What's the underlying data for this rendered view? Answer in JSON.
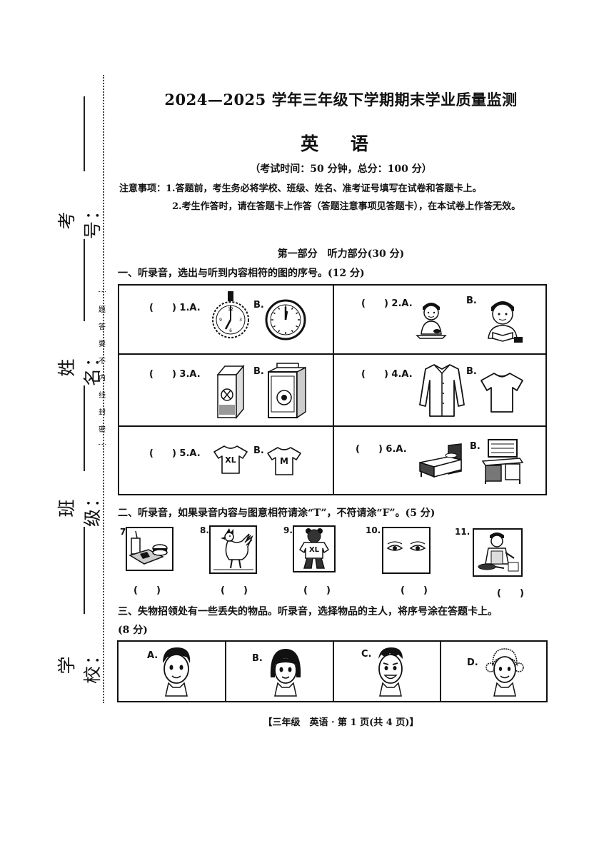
{
  "exam": {
    "title": "2024—2025 学年三年级下学期期末学业质量监测",
    "subject": "英 语",
    "info": "（考试时间：50 分钟，总分：100 分）",
    "notice_1": "注意事项：1.答题前，考生务必将学校、班级、姓名、准考证号填写在试卷和答题卡上。",
    "notice_2": "2.考生作答时，请在答题卡上作答（答题注意事项见答题卡），在本试卷上作答无效。"
  },
  "margin": {
    "exam_no": "考号：",
    "name": "姓名：",
    "class": "班级：",
    "school": "学校：",
    "seal_chars": [
      "题",
      "答",
      "要",
      "不",
      "内",
      "线",
      "封",
      "密"
    ]
  },
  "part_1": {
    "title": "第一部分　听力部分(30 分)",
    "section_1": {
      "title": "一、听录音，选出与听到内容相符的图的序号。(12 分)",
      "questions": [
        {
          "label": "(　　) 1.A.",
          "b": "B."
        },
        {
          "label": "(　　) 2.A.",
          "b": "B."
        },
        {
          "label": "(　　) 3.A.",
          "b": "B."
        },
        {
          "label": "(　　) 4.A.",
          "b": "B."
        },
        {
          "label": "(　　) 5.A.",
          "b": "B.",
          "shirt_a": "XL",
          "shirt_b": "M"
        },
        {
          "label": "(　　) 6.A.",
          "b": "B."
        }
      ]
    },
    "section_2": {
      "title": "二、听录音，如果录音内容与图意相符请涂“T”，不符请涂“F”。(5 分)",
      "items": [
        {
          "num": "7.",
          "paren": "(　　)"
        },
        {
          "num": "8.",
          "paren": "(　　)"
        },
        {
          "num": "9.",
          "paren": "(　　)",
          "shirt": "XL"
        },
        {
          "num": "10.",
          "paren": "(　　)"
        },
        {
          "num": "11.",
          "paren": "(　　)"
        }
      ]
    },
    "section_3": {
      "title": "三、失物招领处有一些丢失的物品。听录音，选择物品的主人，将序号涂在答题卡上。",
      "score": "(8 分)",
      "options": [
        "A.",
        "B.",
        "C.",
        "D."
      ]
    }
  },
  "footer": "【三年级　英语 · 第 1 页(共 4 页)】"
}
